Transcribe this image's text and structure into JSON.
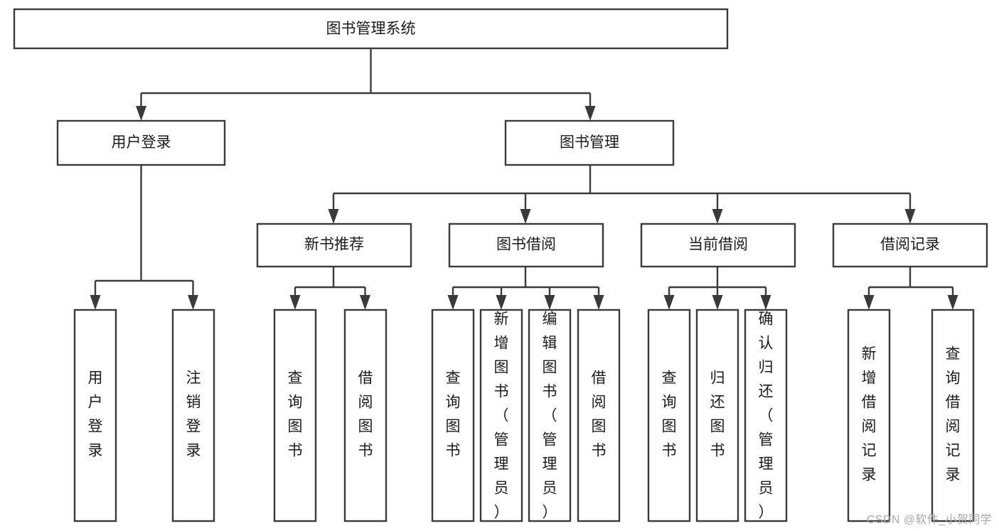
{
  "diagram": {
    "type": "tree",
    "title": "图书管理系统",
    "watermark": "CSDN @软件_小贺同学",
    "colors": {
      "stroke": "#3a3a3a",
      "fill": "#ffffff",
      "text": "#1b1b1b",
      "watermark": "#a8a8a8"
    },
    "root": {
      "label": "图书管理系统"
    },
    "level2": [
      {
        "label": "用户登录"
      },
      {
        "label": "图书管理"
      }
    ],
    "level3": [
      {
        "label": "新书推荐"
      },
      {
        "label": "图书借阅"
      },
      {
        "label": "当前借阅"
      },
      {
        "label": "借阅记录"
      }
    ],
    "leaves": {
      "user_login": [
        {
          "label": "用户登录"
        },
        {
          "label": "注销登录"
        }
      ],
      "new_book": [
        {
          "label": "查询图书"
        },
        {
          "label": "借阅图书"
        }
      ],
      "book_borrow": [
        {
          "label": "查询图书"
        },
        {
          "label": "新增图书（管理员）"
        },
        {
          "label": "编辑图书（管理员）"
        },
        {
          "label": "借阅图书"
        }
      ],
      "current_borrow": [
        {
          "label": "查询图书"
        },
        {
          "label": "归还图书"
        },
        {
          "label": "确认归还（管理员）"
        }
      ],
      "borrow_record": [
        {
          "label": "新增借阅记录"
        },
        {
          "label": "查询借阅记录"
        }
      ]
    }
  }
}
